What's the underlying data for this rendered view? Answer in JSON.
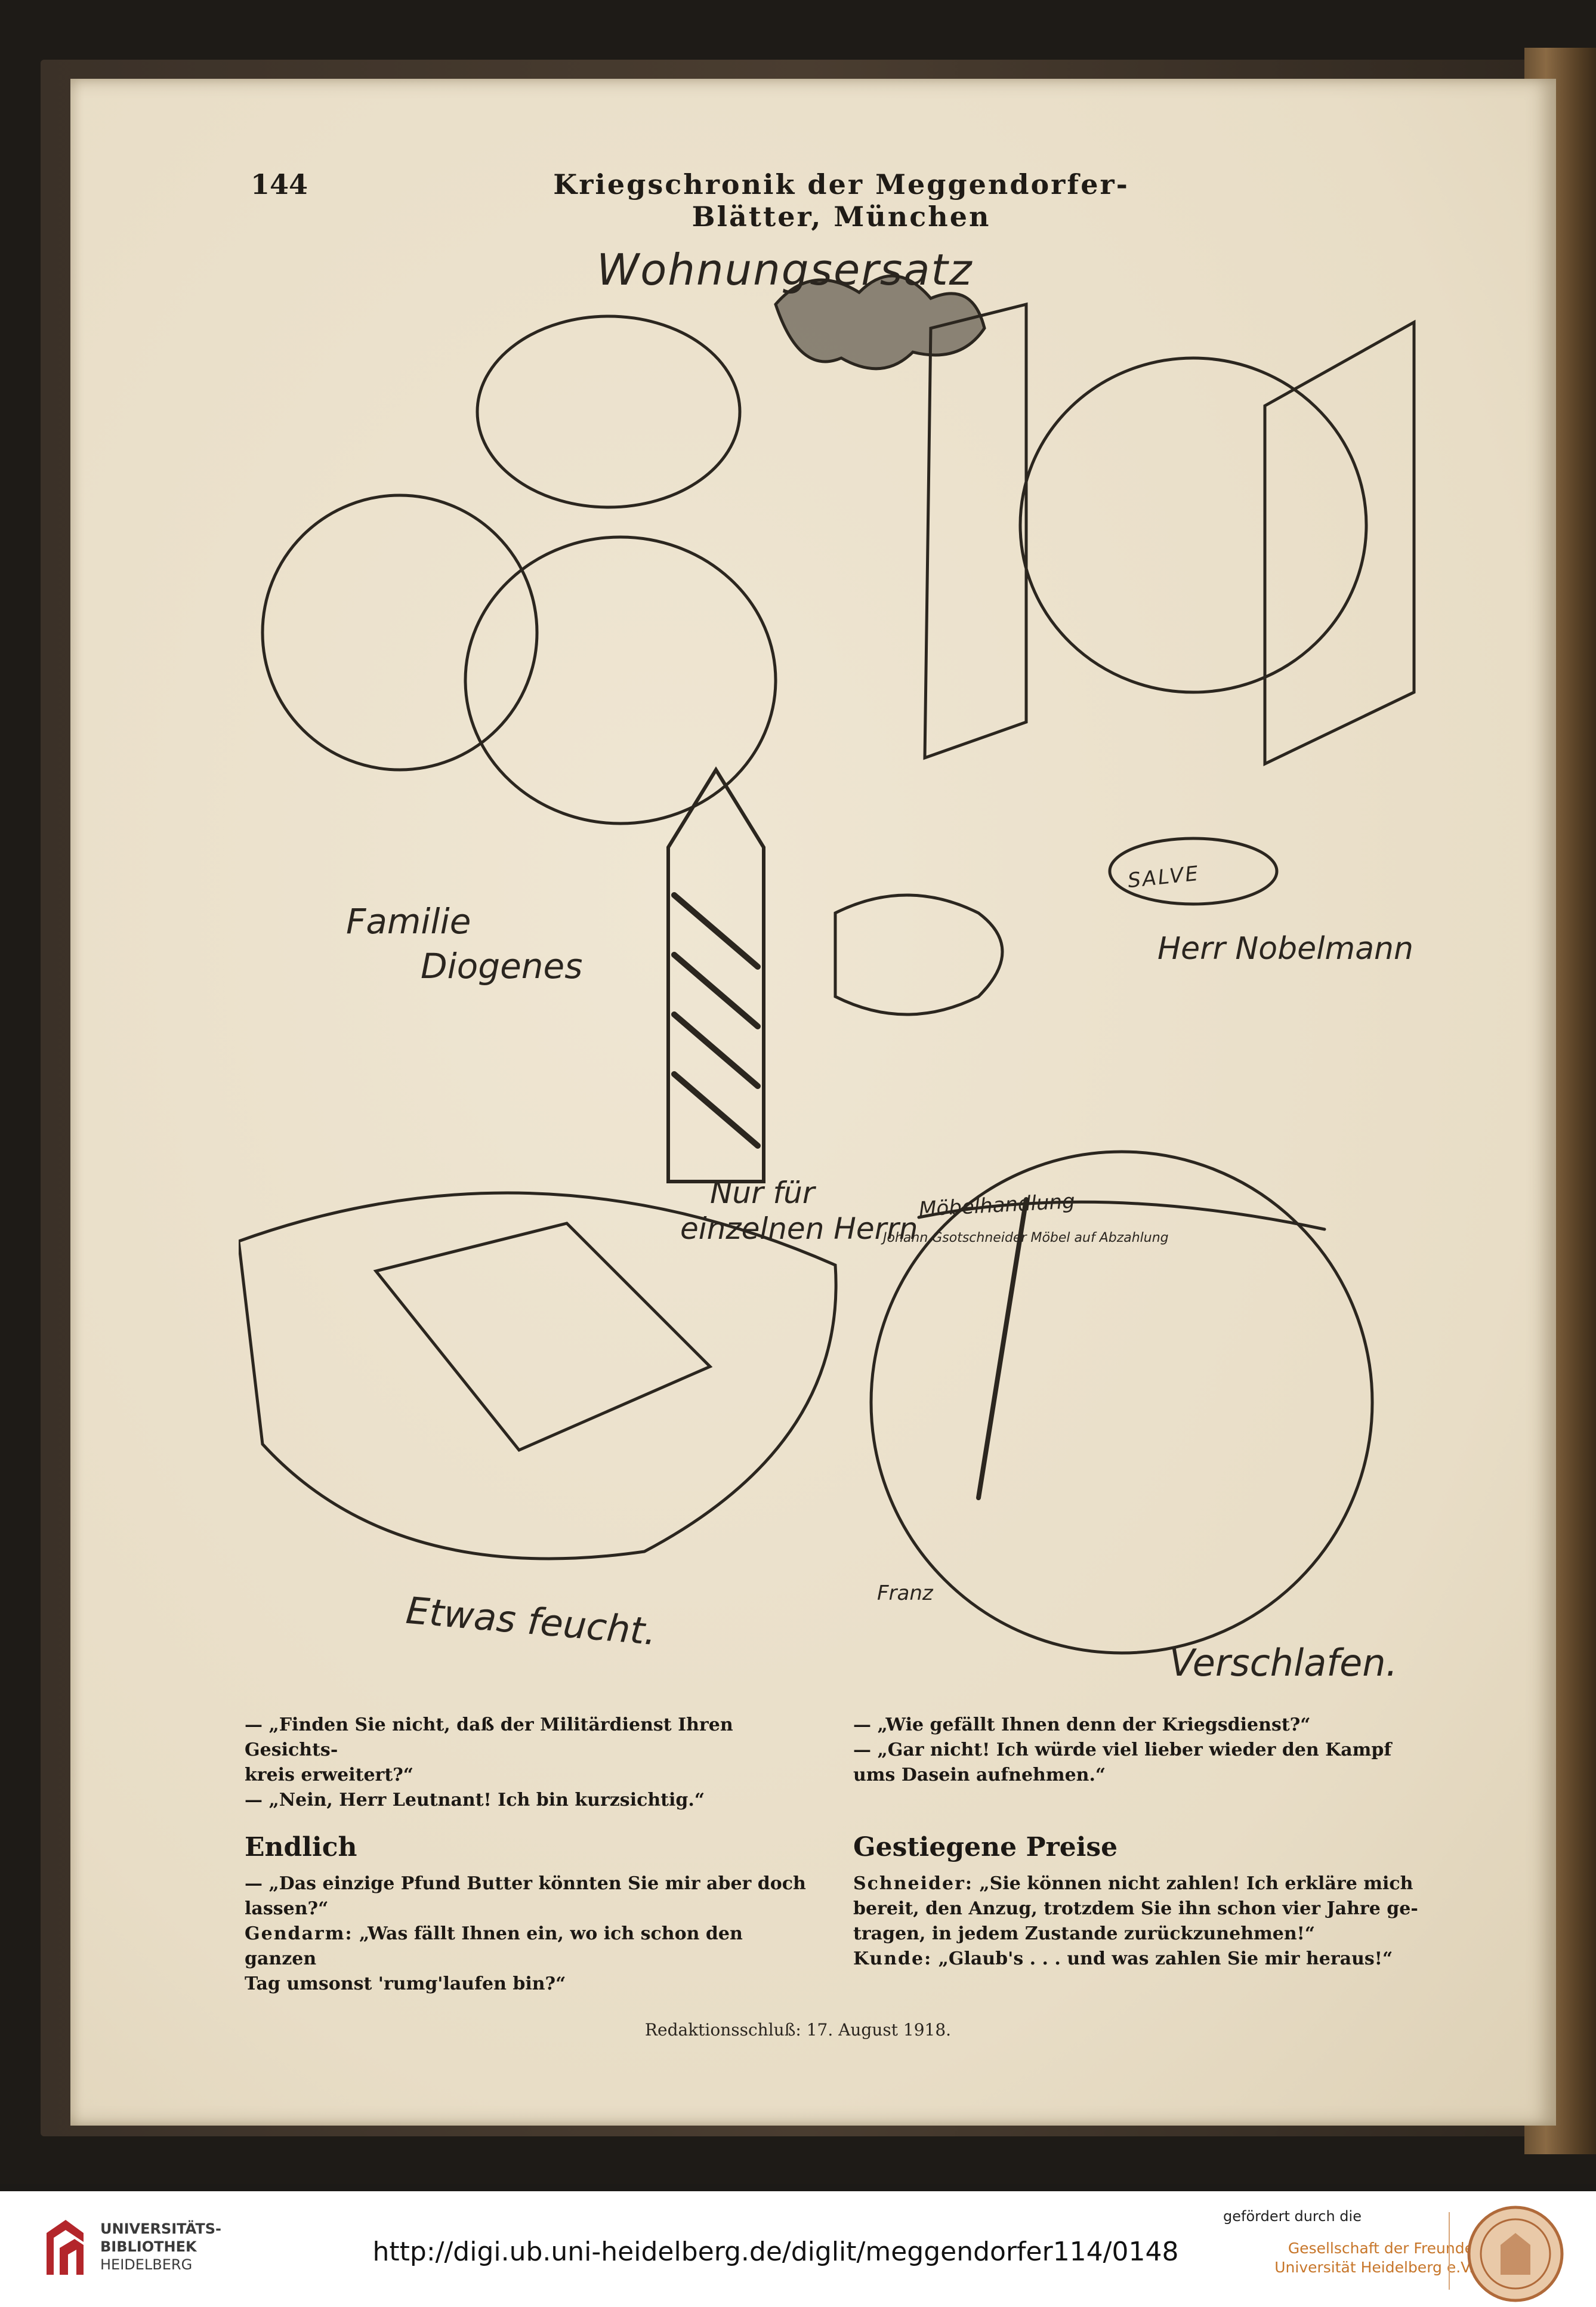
{
  "page": {
    "number": "144",
    "running_head": "Kriegschronik der Meggendorfer-Blätter, München"
  },
  "illustration": {
    "title": "Wohnungsersatz",
    "labels": {
      "familie_1": "Familie",
      "familie_2": "Diogenes",
      "herr_nobelmann": "Herr Nobelmann",
      "nur_1": "Nur für",
      "nur_2": "einzelnen Herrn",
      "etwas_feucht": "Etwas feucht.",
      "verschlafen": "Verschlafen.",
      "signature": "Franz",
      "shop_sign": "Möbelhandlung",
      "doormat": "SALVE",
      "placard": "Johann Gsotschneider Möbel auf Abzahlung"
    }
  },
  "jokes": {
    "left_dialogue": [
      "— „Finden Sie nicht, daß der Militärdienst Ihren Gesichts-",
      "kreis erweitert?“",
      "— „Nein, Herr Leutnant! Ich bin kurzsichtig.“"
    ],
    "right_dialogue": [
      "— „Wie gefällt Ihnen denn der Kriegsdienst?“",
      "— „Gar nicht! Ich würde viel lieber wieder den Kampf",
      "ums Dasein aufnehmen.“"
    ]
  },
  "sections": {
    "endlich": {
      "heading": "Endlich",
      "lines": [
        "— „Das einzige Pfund Butter könnten Sie mir aber doch",
        "lassen?“"
      ],
      "speaker": "Gendarm:",
      "speech": [
        " „Was fällt Ihnen ein, wo ich schon den ganzen",
        "Tag umsonst 'rumg'laufen bin?“"
      ]
    },
    "preise": {
      "heading": "Gestiegene Preise",
      "speaker1": "Schneider:",
      "speech1": [
        " „Sie können nicht zahlen! Ich erkläre mich",
        "bereit, den Anzug, trotzdem Sie ihn schon vier Jahre ge-",
        "tragen, in jedem Zustande zurückzunehmen!“"
      ],
      "speaker2": "Kunde:",
      "speech2": " „Glaub's . . . und was zahlen Sie mir heraus!“"
    }
  },
  "footer_note": "Redaktionsschluß: 17. August 1918.",
  "banner": {
    "library_lines": [
      "UNIVERSITÄTS-",
      "BIBLIOTHEK",
      "HEIDELBERG"
    ],
    "url": "http://digi.ub.uni-heidelberg.de/diglit/meggendorfer114/0148",
    "sponsor_intro": "gefördert durch die",
    "sponsor_lines": [
      "Gesellschaft der Freunde",
      "Universität Heidelberg e.V."
    ],
    "colors": {
      "accent": "#c7762a",
      "logo_red": "#b3262b"
    }
  }
}
